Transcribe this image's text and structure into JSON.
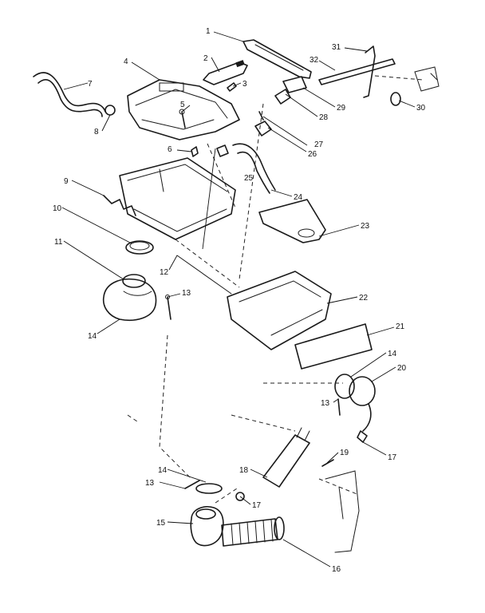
{
  "labels": {
    "p1": "1",
    "p2": "2",
    "p3": "3",
    "p4": "4",
    "p5": "5",
    "p6": "6",
    "p7": "7",
    "p8": "8",
    "p9": "9",
    "p10": "10",
    "p11": "11",
    "p12": "12",
    "p13a": "13",
    "p13b": "13",
    "p13c": "13",
    "p14a": "14",
    "p14b": "14",
    "p14c": "14",
    "p15": "15",
    "p16": "16",
    "p17a": "17",
    "p17b": "17",
    "p18": "18",
    "p19": "19",
    "p20": "20",
    "p21": "21",
    "p22": "22",
    "p23": "23",
    "p24": "24",
    "p25": "25",
    "p26": "26",
    "p27": "27",
    "p28": "28",
    "p29": "29",
    "p30": "30",
    "p31": "31",
    "p32": "32"
  }
}
